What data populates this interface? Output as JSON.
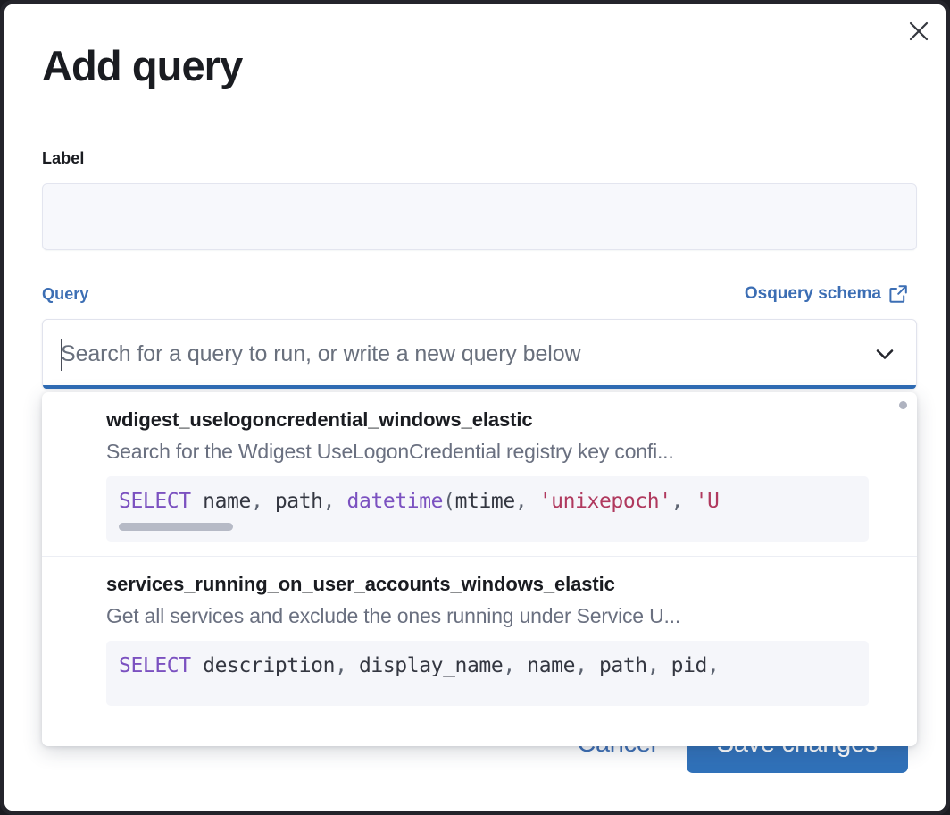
{
  "modal": {
    "title": "Add query",
    "close_icon": "close-icon"
  },
  "fields": {
    "label": {
      "label": "Label",
      "value": "",
      "placeholder": ""
    },
    "query": {
      "label": "Query",
      "schema_link": {
        "text": "Osquery schema",
        "icon": "external-link-icon"
      },
      "combobox": {
        "placeholder": "Search for a query to run, or write a new query below",
        "value": "",
        "chevron_icon": "chevron-down-icon"
      }
    }
  },
  "dropdown": {
    "options": [
      {
        "title": "wdigest_uselogoncredential_windows_elastic",
        "description": "Search for the Wdigest UseLogonCredential registry key confi...",
        "code_tokens": [
          {
            "text": "SELECT",
            "type": "kw"
          },
          {
            "text": " name",
            "type": "id"
          },
          {
            "text": ",",
            "type": "punc"
          },
          {
            "text": " path",
            "type": "id"
          },
          {
            "text": ",",
            "type": "punc"
          },
          {
            "text": " ",
            "type": "id"
          },
          {
            "text": "datetime",
            "type": "fn"
          },
          {
            "text": "(",
            "type": "punc"
          },
          {
            "text": "mtime",
            "type": "id"
          },
          {
            "text": ",",
            "type": "punc"
          },
          {
            "text": " ",
            "type": "id"
          },
          {
            "text": "'unixepoch'",
            "type": "str"
          },
          {
            "text": ",",
            "type": "punc"
          },
          {
            "text": " ",
            "type": "id"
          },
          {
            "text": "'U",
            "type": "str"
          }
        ]
      },
      {
        "title": "services_running_on_user_accounts_windows_elastic",
        "description": "Get all services and exclude the ones running under Service U...",
        "code_tokens": [
          {
            "text": "SELECT",
            "type": "kw"
          },
          {
            "text": " description",
            "type": "id"
          },
          {
            "text": ",",
            "type": "punc"
          },
          {
            "text": " display_name",
            "type": "id"
          },
          {
            "text": ",",
            "type": "punc"
          },
          {
            "text": " name",
            "type": "id"
          },
          {
            "text": ",",
            "type": "punc"
          },
          {
            "text": " path",
            "type": "id"
          },
          {
            "text": ",",
            "type": "punc"
          },
          {
            "text": " pid",
            "type": "id"
          },
          {
            "text": ",",
            "type": "punc"
          }
        ]
      }
    ]
  },
  "footer": {
    "cancel_label": "Cancel",
    "save_label": "Save changes"
  },
  "colors": {
    "accent_blue": "#3071b9",
    "link_blue": "#3c6eb4",
    "focus_bar": "#2f6cb5",
    "text_dark": "#1a1c21",
    "text_muted": "#6a7080",
    "code_bg": "#f5f6fa",
    "input_bg": "#f7f8fc"
  }
}
